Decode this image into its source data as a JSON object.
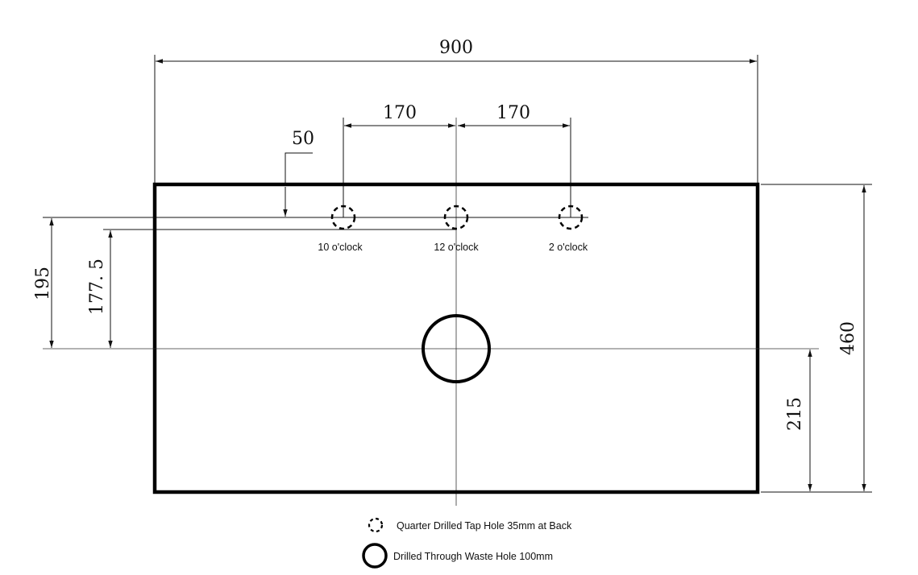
{
  "dimensions": {
    "overall_width": "900",
    "tap_spacing_left": "170",
    "tap_spacing_right": "170",
    "tap_offset": "50",
    "height_195": "195",
    "height_177_5": "177. 5",
    "overall_depth": "460",
    "waste_from_front": "215"
  },
  "tap_holes": [
    {
      "label": "10 o'clock"
    },
    {
      "label": "12 o'clock"
    },
    {
      "label": "2 o'clock"
    }
  ],
  "legend": {
    "tap_hole": "Quarter Drilled Tap Hole 35mm at Back",
    "waste_hole": "Drilled Through Waste Hole 100mm"
  }
}
